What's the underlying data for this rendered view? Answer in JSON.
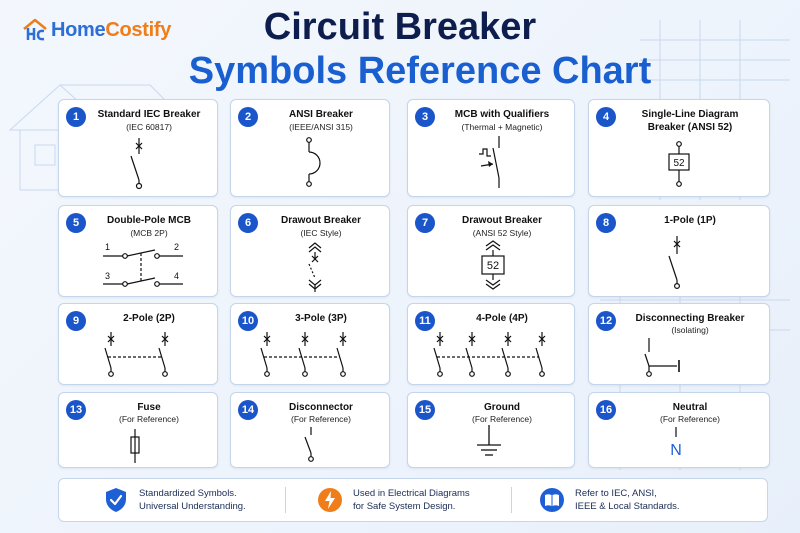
{
  "logo": {
    "text_a": "Home",
    "text_b": "Costify"
  },
  "title": {
    "line1": "Circuit Breaker",
    "line2": "Symbols Reference Chart"
  },
  "cards": [
    {
      "num": "1",
      "title": "Standard IEC Breaker",
      "subtitle": "(IEC 60817)"
    },
    {
      "num": "2",
      "title": "ANSI Breaker",
      "subtitle": "(IEEE/ANSI 315)"
    },
    {
      "num": "3",
      "title": "MCB with Qualifiers",
      "subtitle": "(Thermal + Magnetic)"
    },
    {
      "num": "4",
      "title": "Single-Line Diagram",
      "title2": "Breaker (ANSI 52)",
      "label": "52"
    },
    {
      "num": "5",
      "title": "Double-Pole MCB",
      "subtitle": "(MCB 2P)",
      "terminals": [
        "1",
        "2",
        "3",
        "4"
      ]
    },
    {
      "num": "6",
      "title": "Drawout Breaker",
      "subtitle": "(IEC Style)"
    },
    {
      "num": "7",
      "title": "Drawout Breaker",
      "subtitle": "(ANSI 52 Style)",
      "label": "52"
    },
    {
      "num": "8",
      "title": "1-Pole (1P)"
    },
    {
      "num": "9",
      "title": "2-Pole (2P)"
    },
    {
      "num": "10",
      "title": "3-Pole (3P)"
    },
    {
      "num": "11",
      "title": "4-Pole (4P)"
    },
    {
      "num": "12",
      "title": "Disconnecting Breaker",
      "subtitle": "(Isolating)"
    },
    {
      "num": "13",
      "title": "Fuse",
      "subtitle": "(For Reference)"
    },
    {
      "num": "14",
      "title": "Disconnector",
      "subtitle": "(For Reference)"
    },
    {
      "num": "15",
      "title": "Ground",
      "subtitle": "(For Reference)"
    },
    {
      "num": "16",
      "title": "Neutral",
      "subtitle": "(For Reference)",
      "label": "N"
    }
  ],
  "footer": [
    {
      "icon": "shield-check-icon",
      "line1": "Standardized Symbols.",
      "line2": "Universal Understanding."
    },
    {
      "icon": "lightning-icon",
      "line1": "Used in Electrical Diagrams",
      "line2": "for Safe System Design."
    },
    {
      "icon": "book-icon",
      "line1": "Refer to IEC, ANSI,",
      "line2": "IEEE & Local Standards."
    }
  ],
  "colors": {
    "accent_blue": "#1a55c9",
    "title_dark": "#0d1d4d",
    "title_blue": "#1a5fd0",
    "logo_orange": "#ef7d1a",
    "neutral_blue": "#1f5fd6"
  }
}
